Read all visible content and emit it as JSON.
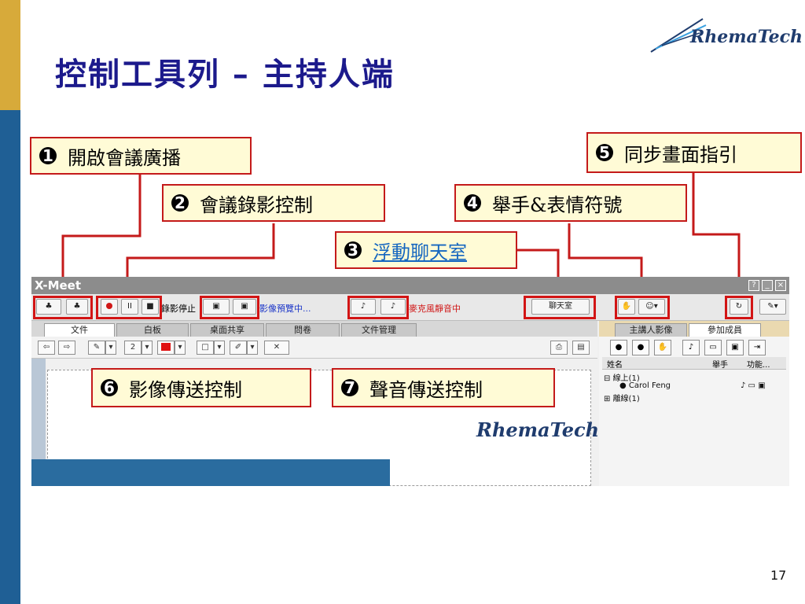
{
  "slide": {
    "title": "控制工具列 – 主持人端",
    "logo_text": "RhemaTech",
    "page_number": "17"
  },
  "callouts": [
    {
      "num": "1",
      "text": "開啟會議廣播"
    },
    {
      "num": "2",
      "text": "會議錄影控制"
    },
    {
      "num": "3",
      "text": "浮動聊天室"
    },
    {
      "num": "4",
      "text": "舉手&表情符號"
    },
    {
      "num": "5",
      "text": "同步畫面指引"
    },
    {
      "num": "6",
      "text": "影像傳送控制"
    },
    {
      "num": "7",
      "text": "聲音傳送控制"
    }
  ],
  "app": {
    "title": "X-Meet",
    "toolbar": {
      "record_status": "錄影停止",
      "video_status": "影像預覽中...",
      "mic_status": "麥克風靜音中",
      "chat_button": "聊天室"
    },
    "tabs": [
      "文件",
      "白板",
      "桌面共享",
      "問卷",
      "文件管理"
    ],
    "panel_tabs": [
      "主講人影像",
      "參加成員"
    ],
    "panel_columns": [
      "姓名",
      "舉手",
      "功能..."
    ],
    "tree": {
      "online": "線上(1)",
      "user": "Carol Feng",
      "offline": "離線(1)"
    },
    "canvas_logo": "RhemaTech",
    "page_select": "2"
  },
  "colors": {
    "title": "#1c1a8c",
    "callout_border": "#c41a1a",
    "callout_fill": "#fffbd6",
    "side_gold": "#d7aa3a",
    "side_blue": "#1f5f95"
  }
}
